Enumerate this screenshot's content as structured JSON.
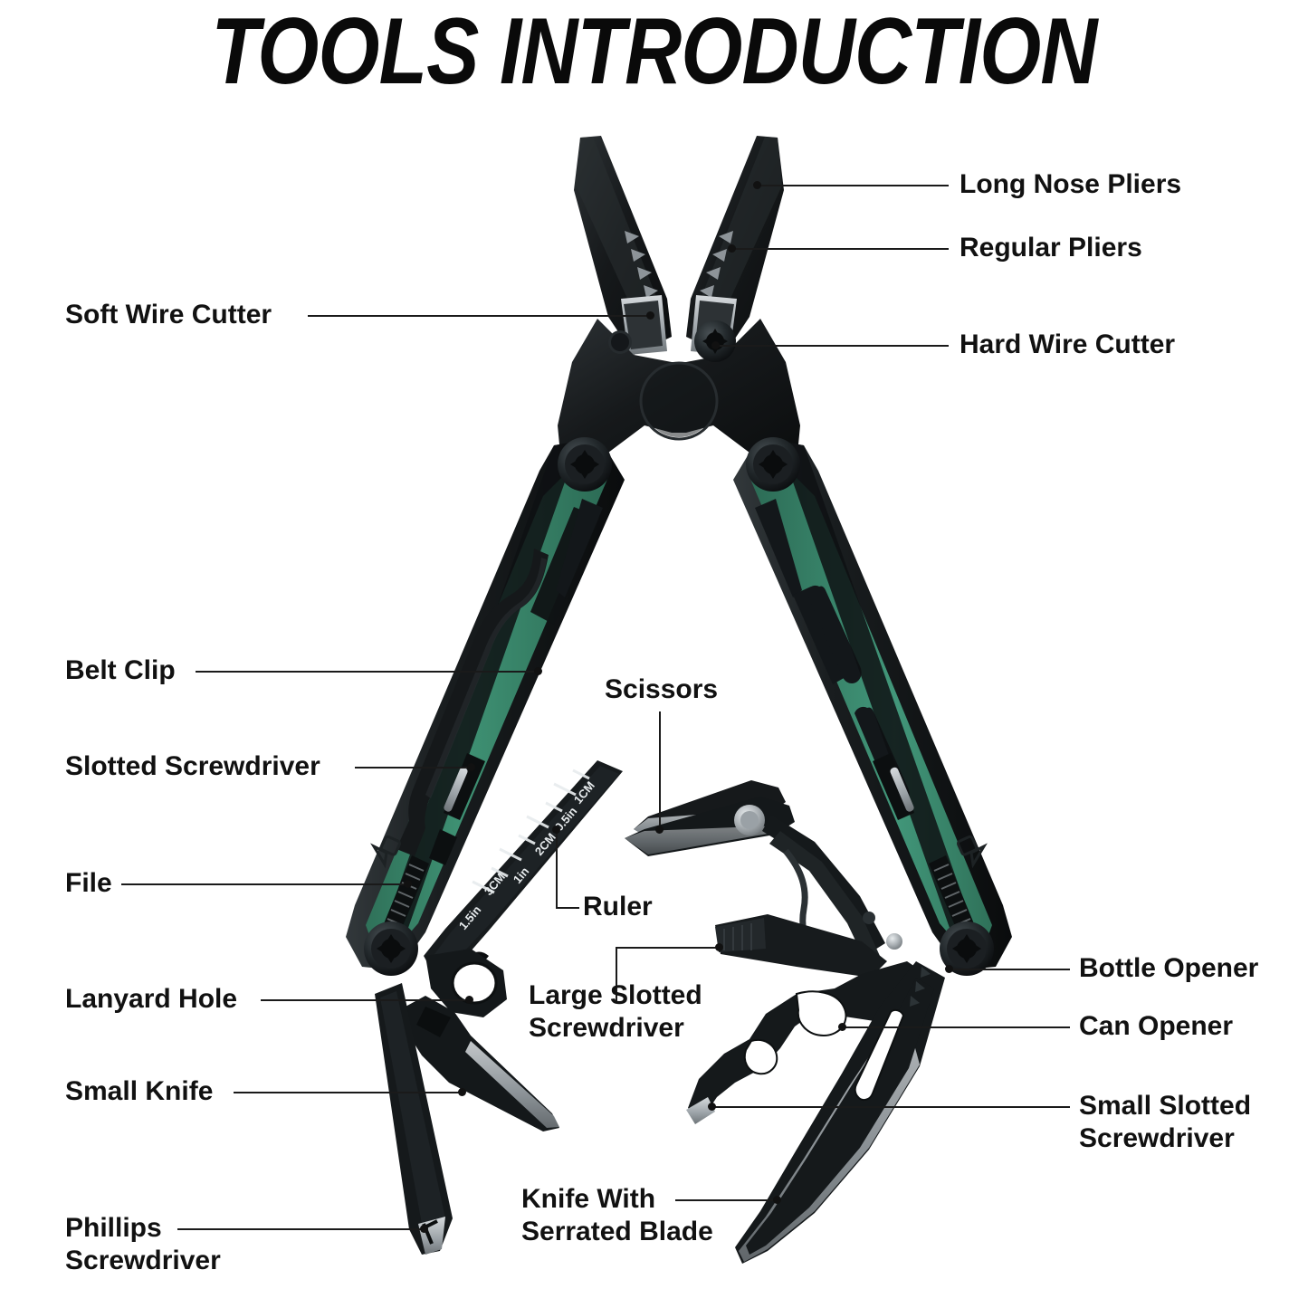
{
  "page": {
    "title": "TOOLS INTRODUCTION",
    "background_color": "#ffffff",
    "text_color": "#111111",
    "leader_color": "#1a1a1a",
    "accent_green": "#3c8a6e",
    "tool_black": "#15181a"
  },
  "labels": {
    "long_nose_pliers": "Long Nose Pliers",
    "regular_pliers": "Regular Pliers",
    "hard_wire_cutter": "Hard Wire Cutter",
    "soft_wire_cutter": "Soft Wire Cutter",
    "belt_clip": "Belt Clip",
    "slotted_screwdriver": "Slotted Screwdriver",
    "file": "File",
    "lanyard_hole": "Lanyard Hole",
    "small_knife": "Small Knife",
    "phillips_screwdriver": "Phillips\nScrewdriver",
    "scissors": "Scissors",
    "ruler": "Ruler",
    "large_slotted_screwdriver": "Large Slotted\nScrewdriver",
    "knife_with_serrated_blade": "Knife With\nSerrated Blade",
    "bottle_opener": "Bottle Opener",
    "can_opener": "Can Opener",
    "small_slotted_screwdriver": "Small Slotted\nScrewdriver"
  },
  "ruler_markings": {
    "m1": "1CM",
    "m2": "0.5in",
    "m3": "2CM",
    "m4": "1in",
    "m5": "3CM",
    "m6": "1.5in"
  },
  "product": {
    "type": "multitool-pliers",
    "handle_color": "#3c8a6e",
    "body_color": "#15181a",
    "blade_edge_color": "#b9bec2"
  }
}
